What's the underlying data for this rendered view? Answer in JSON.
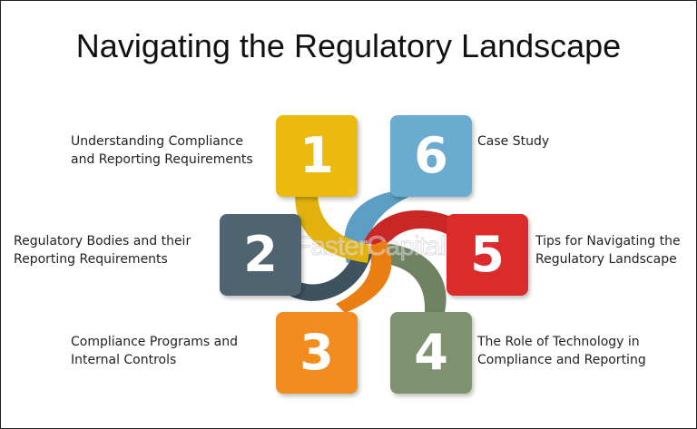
{
  "title": "Navigating the Regulatory Landscape",
  "watermark": "FasterCapital",
  "steps": [
    {
      "number": "1",
      "color": "#ecb90f",
      "lines": [
        "Understanding Compliance",
        "and Reporting Requirements"
      ]
    },
    {
      "number": "2",
      "color": "#4f6470",
      "lines": [
        "Regulatory Bodies and their",
        "Reporting Requirements"
      ]
    },
    {
      "number": "3",
      "color": "#f28c1f",
      "lines": [
        "Compliance Programs and",
        "Internal Controls"
      ]
    },
    {
      "number": "4",
      "color": "#7f9270",
      "lines": [
        "The Role of Technology in",
        "Compliance and Reporting"
      ]
    },
    {
      "number": "5",
      "color": "#dc2b2b",
      "lines": [
        "Tips for Navigating the",
        "Regulatory Landscape"
      ]
    },
    {
      "number": "6",
      "color": "#6aabd0",
      "lines": [
        "Case Study"
      ]
    }
  ]
}
